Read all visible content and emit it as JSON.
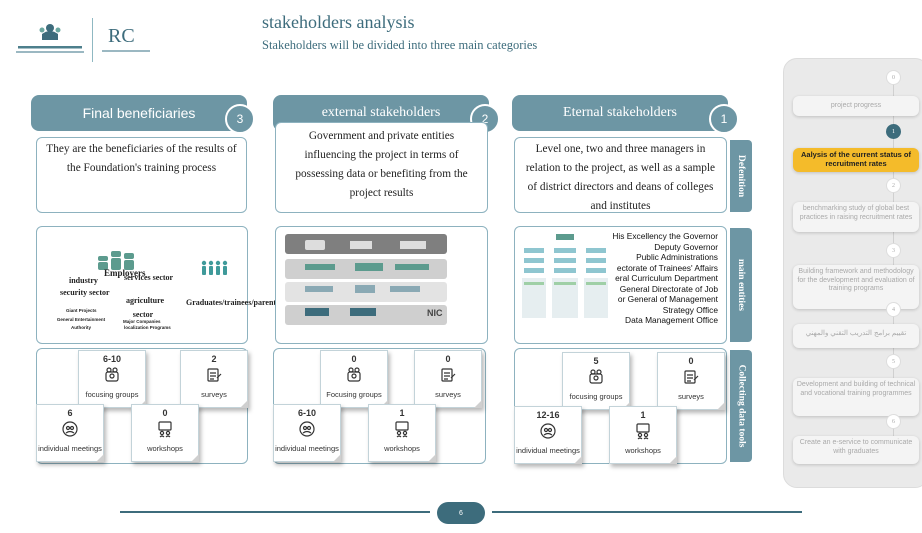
{
  "header": {
    "title": "stakeholders analysis",
    "subtitle": "Stakeholders will be divided into three main categories"
  },
  "columns": [
    {
      "tab": "Final beneficiaries",
      "number": "3",
      "definition": "They are the beneficiaries of the results of the Foundation's training process",
      "entities": {
        "employers": "Employers",
        "services": "services sector",
        "industry": "industry",
        "security": "security sector",
        "giant": "Giant Projects",
        "entertainment": "General Entertainment Authority",
        "agriculture": "agriculture sector",
        "major": "Major Companies",
        "localization": "localization Programs",
        "graduates": "Graduates/trainees/parents"
      },
      "cards": [
        {
          "num": "6-10",
          "label": "focusing groups"
        },
        {
          "num": "2",
          "label": "surveys"
        },
        {
          "num": "6",
          "label": "individual meetings"
        },
        {
          "num": "0",
          "label": "workshops"
        }
      ]
    },
    {
      "tab": "external stakeholders",
      "number": "2",
      "definition": "Government and private entities influencing the project in terms of possessing data or benefiting from the project results",
      "entities": {
        "nic": "NIC"
      },
      "cards": [
        {
          "num": "0",
          "label": "Focusing groups"
        },
        {
          "num": "0",
          "label": "surveys"
        },
        {
          "num": "6-10",
          "label": "individual meetings"
        },
        {
          "num": "1",
          "label": "workshops"
        }
      ]
    },
    {
      "tab": "Eternal stakeholders",
      "number": "1",
      "definition": "Level one, two and three managers in relation to the project, as well as a sample of district directors and deans of colleges and institutes",
      "entities": {
        "list": [
          "His Excellency the Governor",
          "Deputy Governor",
          "Public Administrations",
          "ectorate of Trainees' Affairs",
          "eral Curriculum Department",
          "General Directorate of Job",
          "or General of Management",
          "Strategy Office",
          "Data Management Office"
        ]
      },
      "cards": [
        {
          "num": "5",
          "label": "focusing groups"
        },
        {
          "num": "0",
          "label": "surveys"
        },
        {
          "num": "12-16",
          "label": "individual meetings"
        },
        {
          "num": "1",
          "label": "workshops"
        }
      ]
    }
  ],
  "side_labels": {
    "definition": "Defenition",
    "entities": "main entities",
    "collecting": "Collecting data tools"
  },
  "panel": {
    "items": [
      {
        "num": "0",
        "label": "project progress"
      },
      {
        "num": "1",
        "label": "Aalysis of the current status of recruitment rates"
      },
      {
        "num": "2",
        "label": "benchmarking study of global best practices in raising recruitment rates"
      },
      {
        "num": "3",
        "label": "Building framework and methodology for the development and evaluation of training programs"
      },
      {
        "num": "4",
        "label": "تقييم برامج التدريب التقني والمهني"
      },
      {
        "num": "5",
        "label": "Development and building of technical and vocational training programmes"
      },
      {
        "num": "6",
        "label": "Create an e-service to communicate with graduates"
      }
    ]
  },
  "footer": {
    "page": "6"
  },
  "colors": {
    "accent": "#6d96a4",
    "dark": "#3d6c7c",
    "highlight": "#f4bb2a"
  }
}
